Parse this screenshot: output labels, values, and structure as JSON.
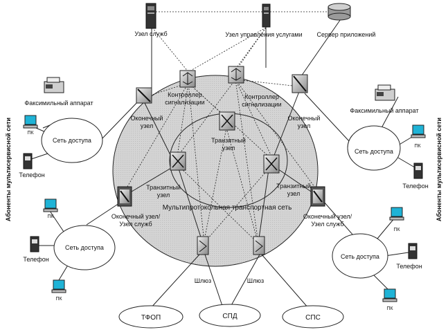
{
  "labels": {
    "service_node_top": "Узел служб",
    "service_mgmt_node": "Узел управления услугами",
    "app_server": "Сервер приложений",
    "signaling_controller_left": "Контроллер сигнализации",
    "signaling_controller_right": "Контроллер сигнализации",
    "edge_node_left": "Оконечный узел",
    "edge_node_right": "Оконечный узел",
    "transit_node_center": "Транзитный узел",
    "transit_node_left": "Транзитный узел",
    "transit_node_right": "Транзитный узел",
    "edge_service_node_left": "Оконечный узел/ Узел служб",
    "edge_service_node_right": "Оконечный узел/ Узел служб",
    "multiprotocol_network": "Мультипротокольная транспортная сеть",
    "gateway_left": "Шлюз",
    "gateway_right": "Шлюз",
    "tfop": "ТФОП",
    "spd": "СПД",
    "sps": "СПС",
    "access_network_tl": "Сеть доступа",
    "access_network_tr": "Сеть доступа",
    "access_network_bl": "Сеть доступа",
    "access_network_br": "Сеть доступа",
    "fax_left": "Факсимильный аппарат",
    "fax_right": "Факсимильный аппарат",
    "pc": "ПК",
    "phone": "Телефон",
    "subscribers_side": "Абоненты мультисервисной сети"
  }
}
